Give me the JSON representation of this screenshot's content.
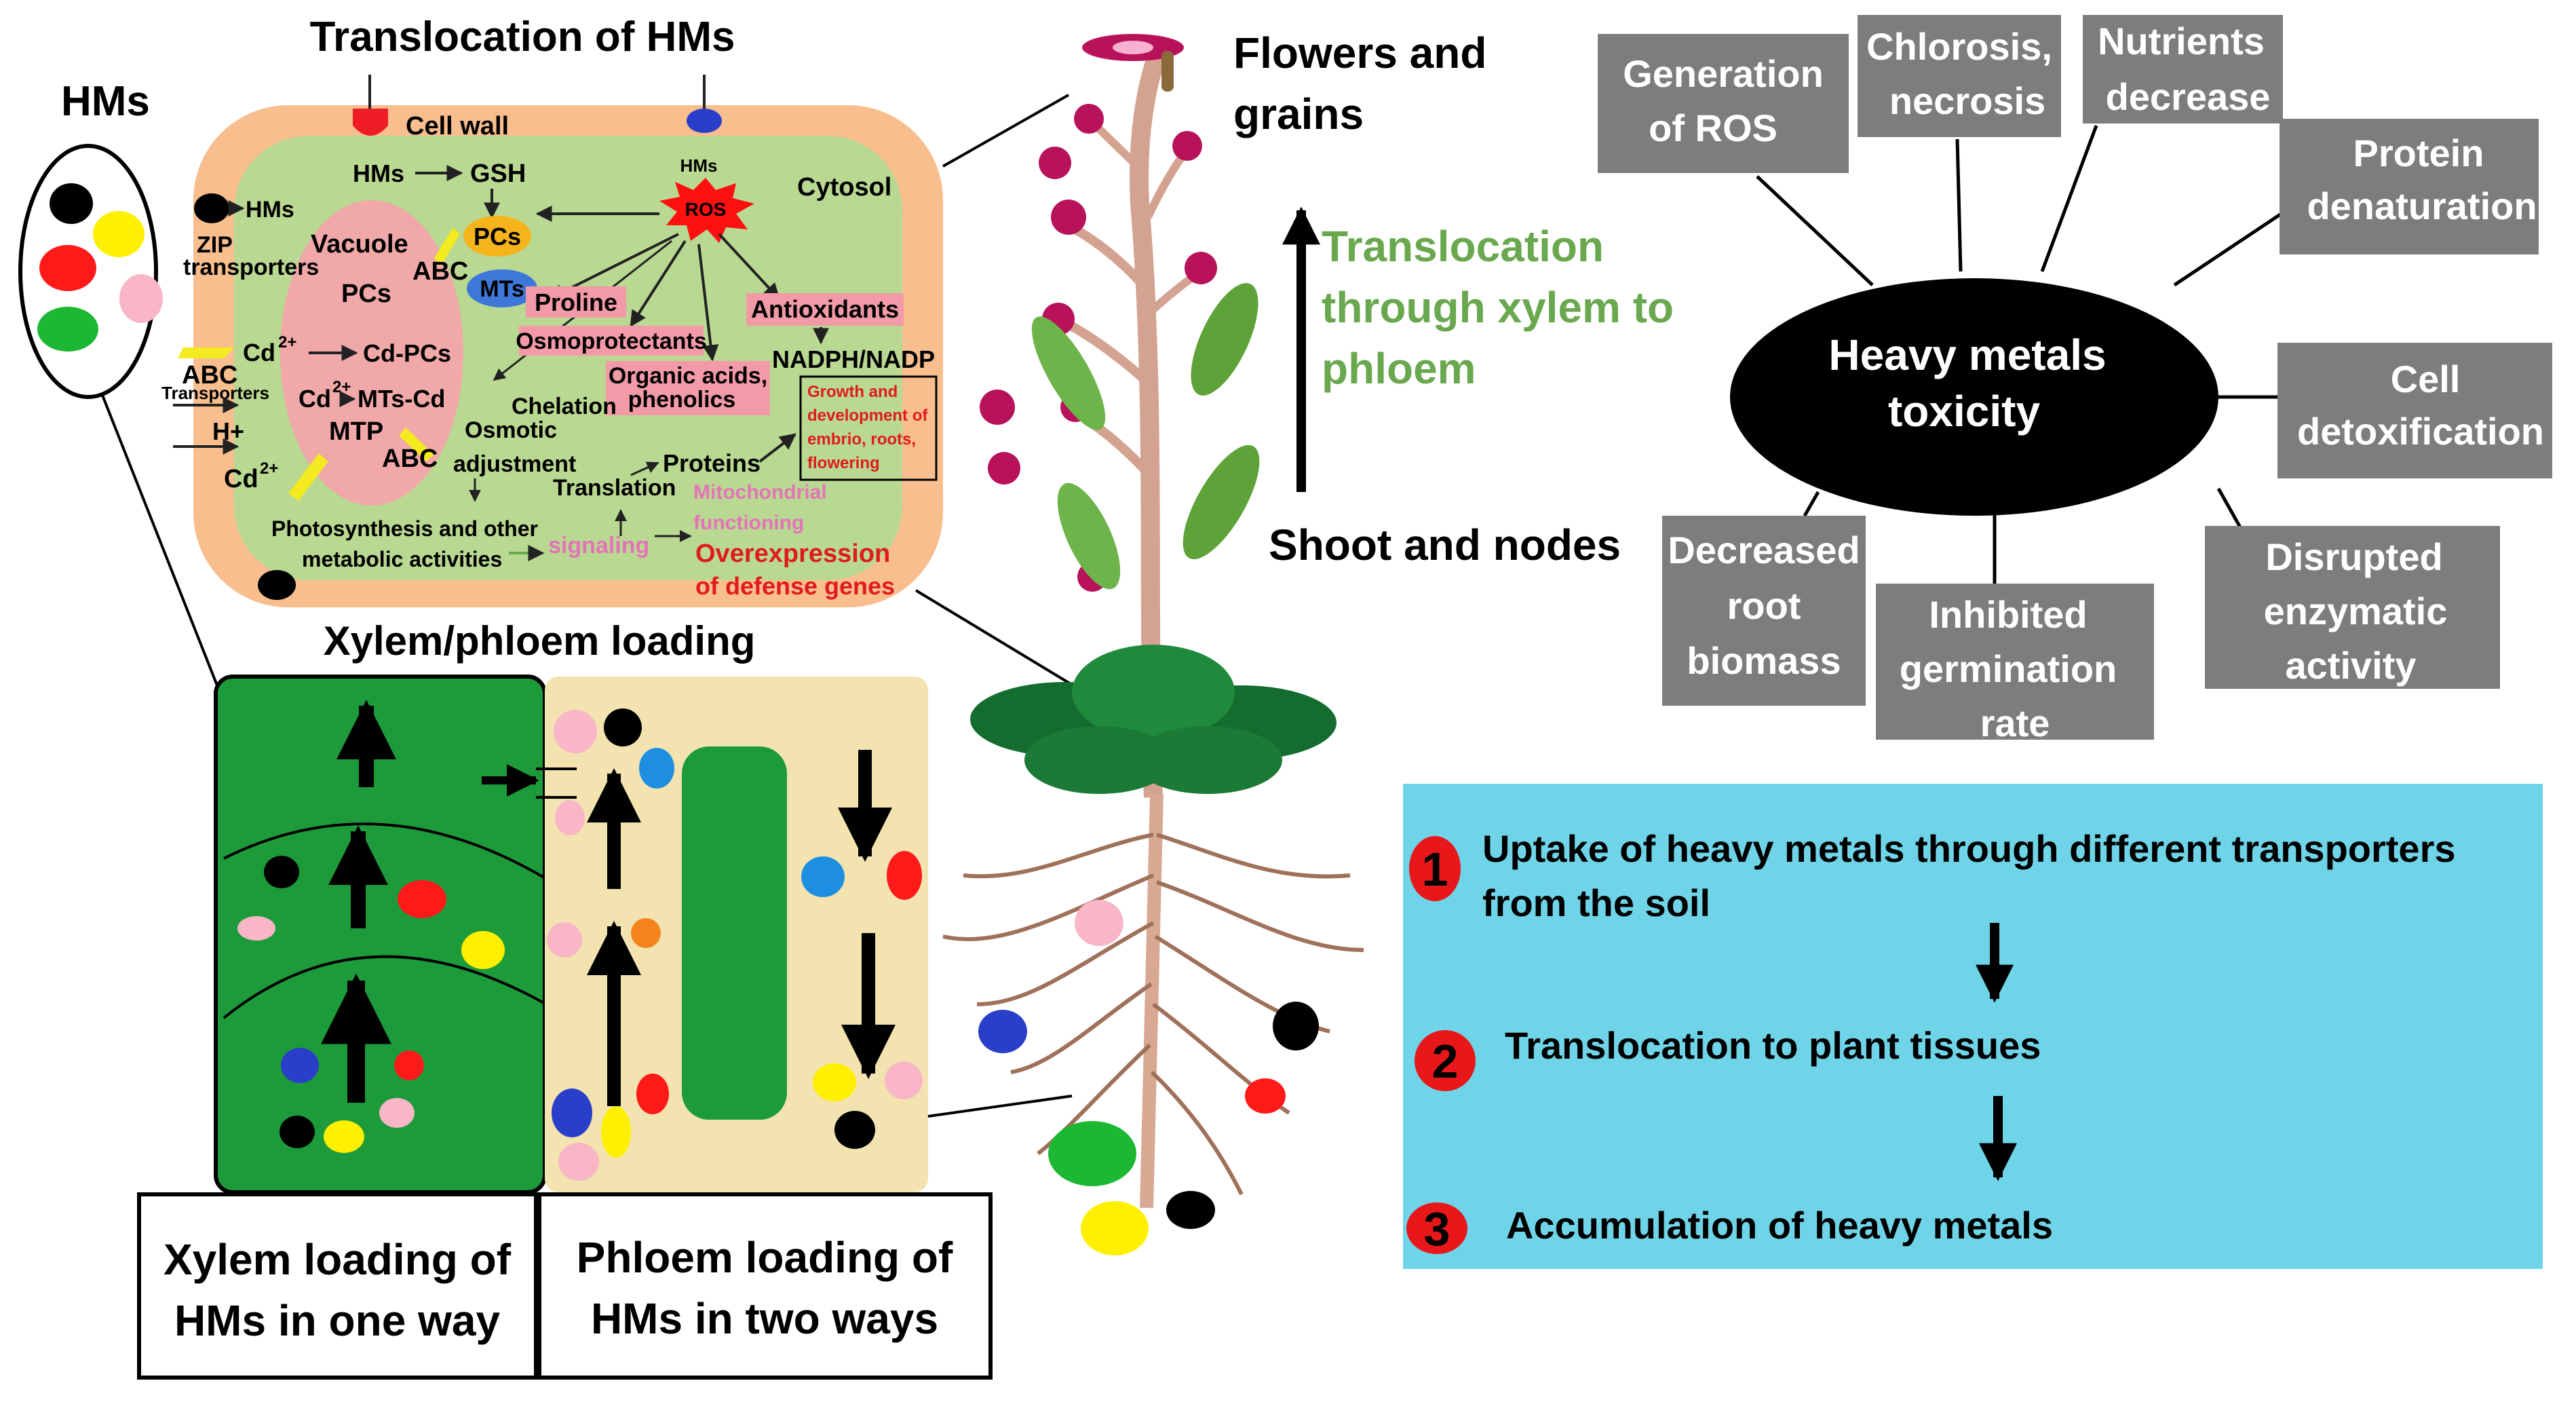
{
  "colors": {
    "cell_outer": "#f8be8e",
    "cytosol": "#b9d891",
    "vacuole": "#f0a8a8",
    "pink_box": "#f39aa8",
    "xylem_green": "#1d9b3a",
    "phloem_tan": "#f2e3b0",
    "gray_box": "#7d7d7d",
    "cyan_panel": "#6fd4e8",
    "number_red": "#e8171a",
    "green_text": "#6aa84f",
    "pink_text": "#e474b8",
    "red_text": "#e01b1b"
  },
  "cell": {
    "title": "Translocation of HMs",
    "hms_label": "HMs",
    "cell_wall": "Cell wall",
    "hms_in": "HMs",
    "gsh": "GSH",
    "hms_top": "HMs",
    "ros": "ROS",
    "cytosol": "Cytosol",
    "hms_zip": "HMs",
    "vacuole": "Vacuole",
    "pcs_vac": "PCs",
    "pcs": "PCs",
    "abc1": "ABC",
    "zip_line1": "ZIP",
    "zip_line2": "transporters",
    "mts": "MTs",
    "proline": "Proline",
    "antioxidants": "Antioxidants",
    "osmoprotectants": "Osmoprotectants",
    "nadph": "NADPH/NADP",
    "abc_in": "ABC",
    "cd1": "Cd",
    "cd_pcs": "Cd-PCs",
    "abc_transporters": "Transporters",
    "cd2": "Cd",
    "mts_cd": "MTs-Cd",
    "organic_line1": "Organic acids,",
    "organic_line2": "phenolics",
    "chelation": "Chelation",
    "osmotic_line1": "Osmotic",
    "osmotic_line2": "adjustment",
    "h_plus": "H+",
    "mtp": "MTP",
    "abc2": "ABC",
    "cd3": "Cd",
    "sup": "2+",
    "growth_line1": "Growth and",
    "growth_line2": "development of",
    "growth_line3": "embrio, roots,",
    "growth_line4": "flowering",
    "proteins": "Proteins",
    "translation": "Translation",
    "mito_line1": "Mitochondrial",
    "mito_line2": "functioning",
    "photo_line1": "Photosynthesis and other",
    "photo_line2": "metabolic activities",
    "signaling": "signaling",
    "overexp_line1": "Overexpression",
    "overexp_line2": "of defense genes"
  },
  "loading": {
    "title": "Xylem/phloem loading",
    "xylem_line1": "Xylem loading of",
    "xylem_line2": "HMs in one way",
    "phloem_line1": "Phloem loading of",
    "phloem_line2": "HMs in two ways"
  },
  "plant": {
    "flowers_line1": "Flowers and",
    "flowers_line2": "grains",
    "trans_line1": "Translocation",
    "trans_line2": "through xylem to",
    "trans_line3": "phloem",
    "shoot": "Shoot and nodes"
  },
  "toxicity": {
    "center_line1": "Heavy metals",
    "center_line2": "toxicity",
    "ros_line1": "Generation",
    "ros_line2": "of ROS",
    "chlor_line1": "Chlorosis,",
    "chlor_line2": "necrosis",
    "nutr_line1": "Nutrients",
    "nutr_line2": "decrease",
    "prot_line1": "Protein",
    "prot_line2": "denaturation",
    "detox_line1": "Cell",
    "detox_line2": "detoxification",
    "enz_line1": "Disrupted",
    "enz_line2": "enzymatic",
    "enz_line3": "activity",
    "germ_line1": "Inhibited",
    "germ_line2": "germination",
    "germ_line3": "rate",
    "root_line1": "Decreased",
    "root_line2": "root",
    "root_line3": "biomass"
  },
  "steps": {
    "n1": "1",
    "s1_line1": "Uptake of heavy metals through different transporters",
    "s1_line2": "from the soil",
    "n2": "2",
    "s2": "Translocation to plant tissues",
    "n3": "3",
    "s3": "Accumulation of heavy metals"
  }
}
